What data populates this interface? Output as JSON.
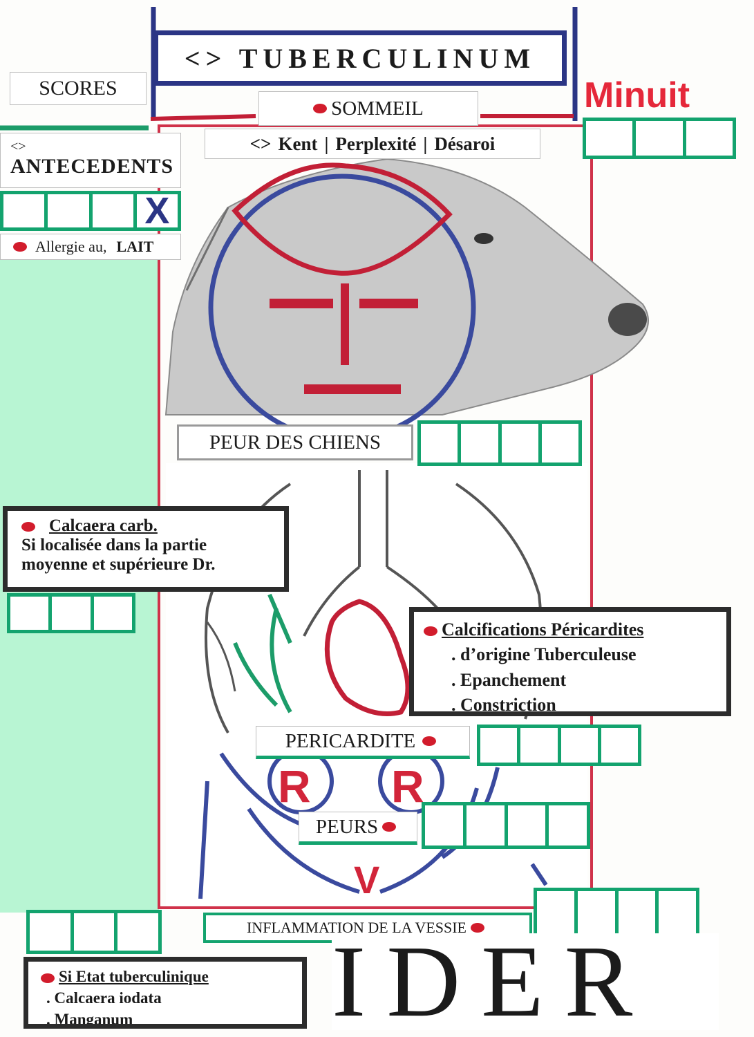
{
  "header": {
    "title": "<> TUBERCULINUM",
    "scores_label": "SCORES",
    "sommeil_label": "SOMMEIL",
    "minuit": "Minuit",
    "kent_line": {
      "prefix": "<>",
      "kent": "Kent",
      "sep1": "|",
      "perplexite": "Perplexité",
      "sep2": "|",
      "desaroi": "Désaroi"
    }
  },
  "antecedents": {
    "marker": "<>",
    "label": "ANTECEDENTS",
    "checked_mark": "X",
    "allergy_prefix": "Allergie au,",
    "allergy_item": "LAIT"
  },
  "dog": {
    "caption": "PEUR DES CHIENS",
    "face_letters": [
      "R",
      "R",
      "V"
    ]
  },
  "calcaera": {
    "title": "Calcaera carb.",
    "line1": "Si localisée dans la partie",
    "line2": "moyenne et supérieure Dr."
  },
  "calcifications": {
    "title": "Calcifications  Péricardites",
    "items": [
      ". d’origine Tuberculeuse",
      ". Epanchement",
      ". Constriction"
    ]
  },
  "labels": {
    "pericardite": "PERICARDITE",
    "peurs": "PEURS",
    "vessie": "INFLAMMATION DE LA VESSIE"
  },
  "etat": {
    "title": "Si Etat tuberculinique",
    "items": [
      ". Calcaera iodata",
      ". Manganum"
    ]
  },
  "ider": "IDER",
  "colors": {
    "green": "#13a36e",
    "red": "#d21c2c",
    "blue": "#3a4a9e",
    "mint": "#b8f5d3"
  }
}
